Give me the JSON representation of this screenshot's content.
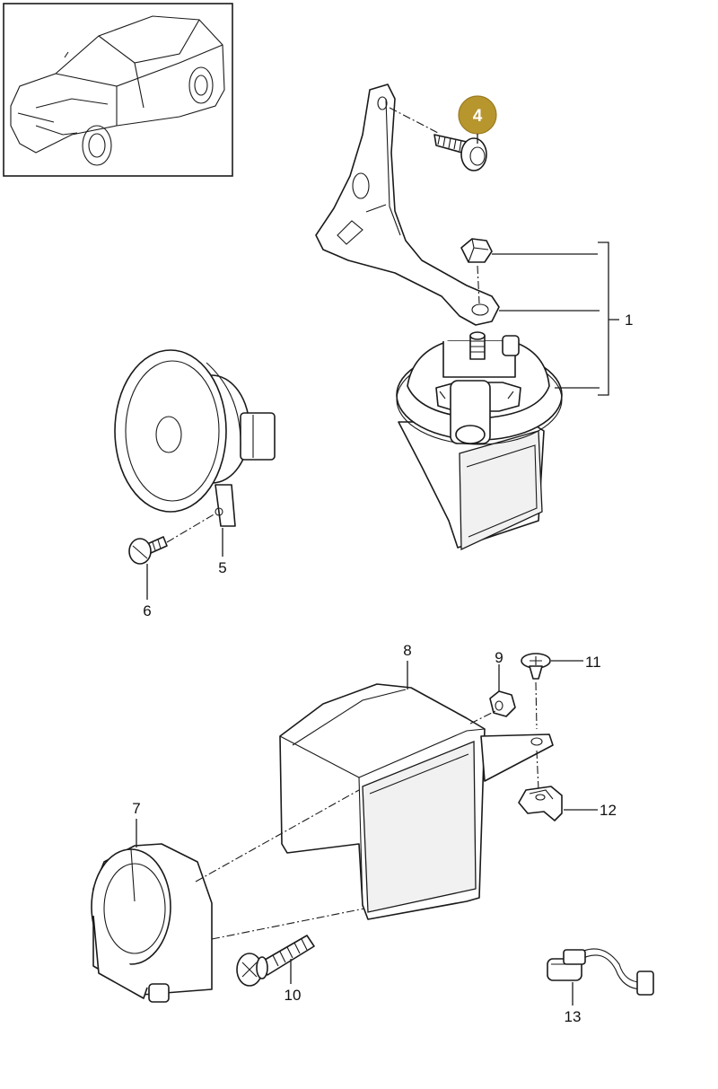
{
  "diagram": {
    "highlight_color": "#b8962e",
    "callouts": {
      "p1": "1",
      "p4": "4",
      "p5": "5",
      "p6": "6",
      "p7": "7",
      "p8": "8",
      "p9": "9",
      "p10": "10",
      "p11": "11",
      "p12": "12",
      "p13": "13"
    }
  }
}
